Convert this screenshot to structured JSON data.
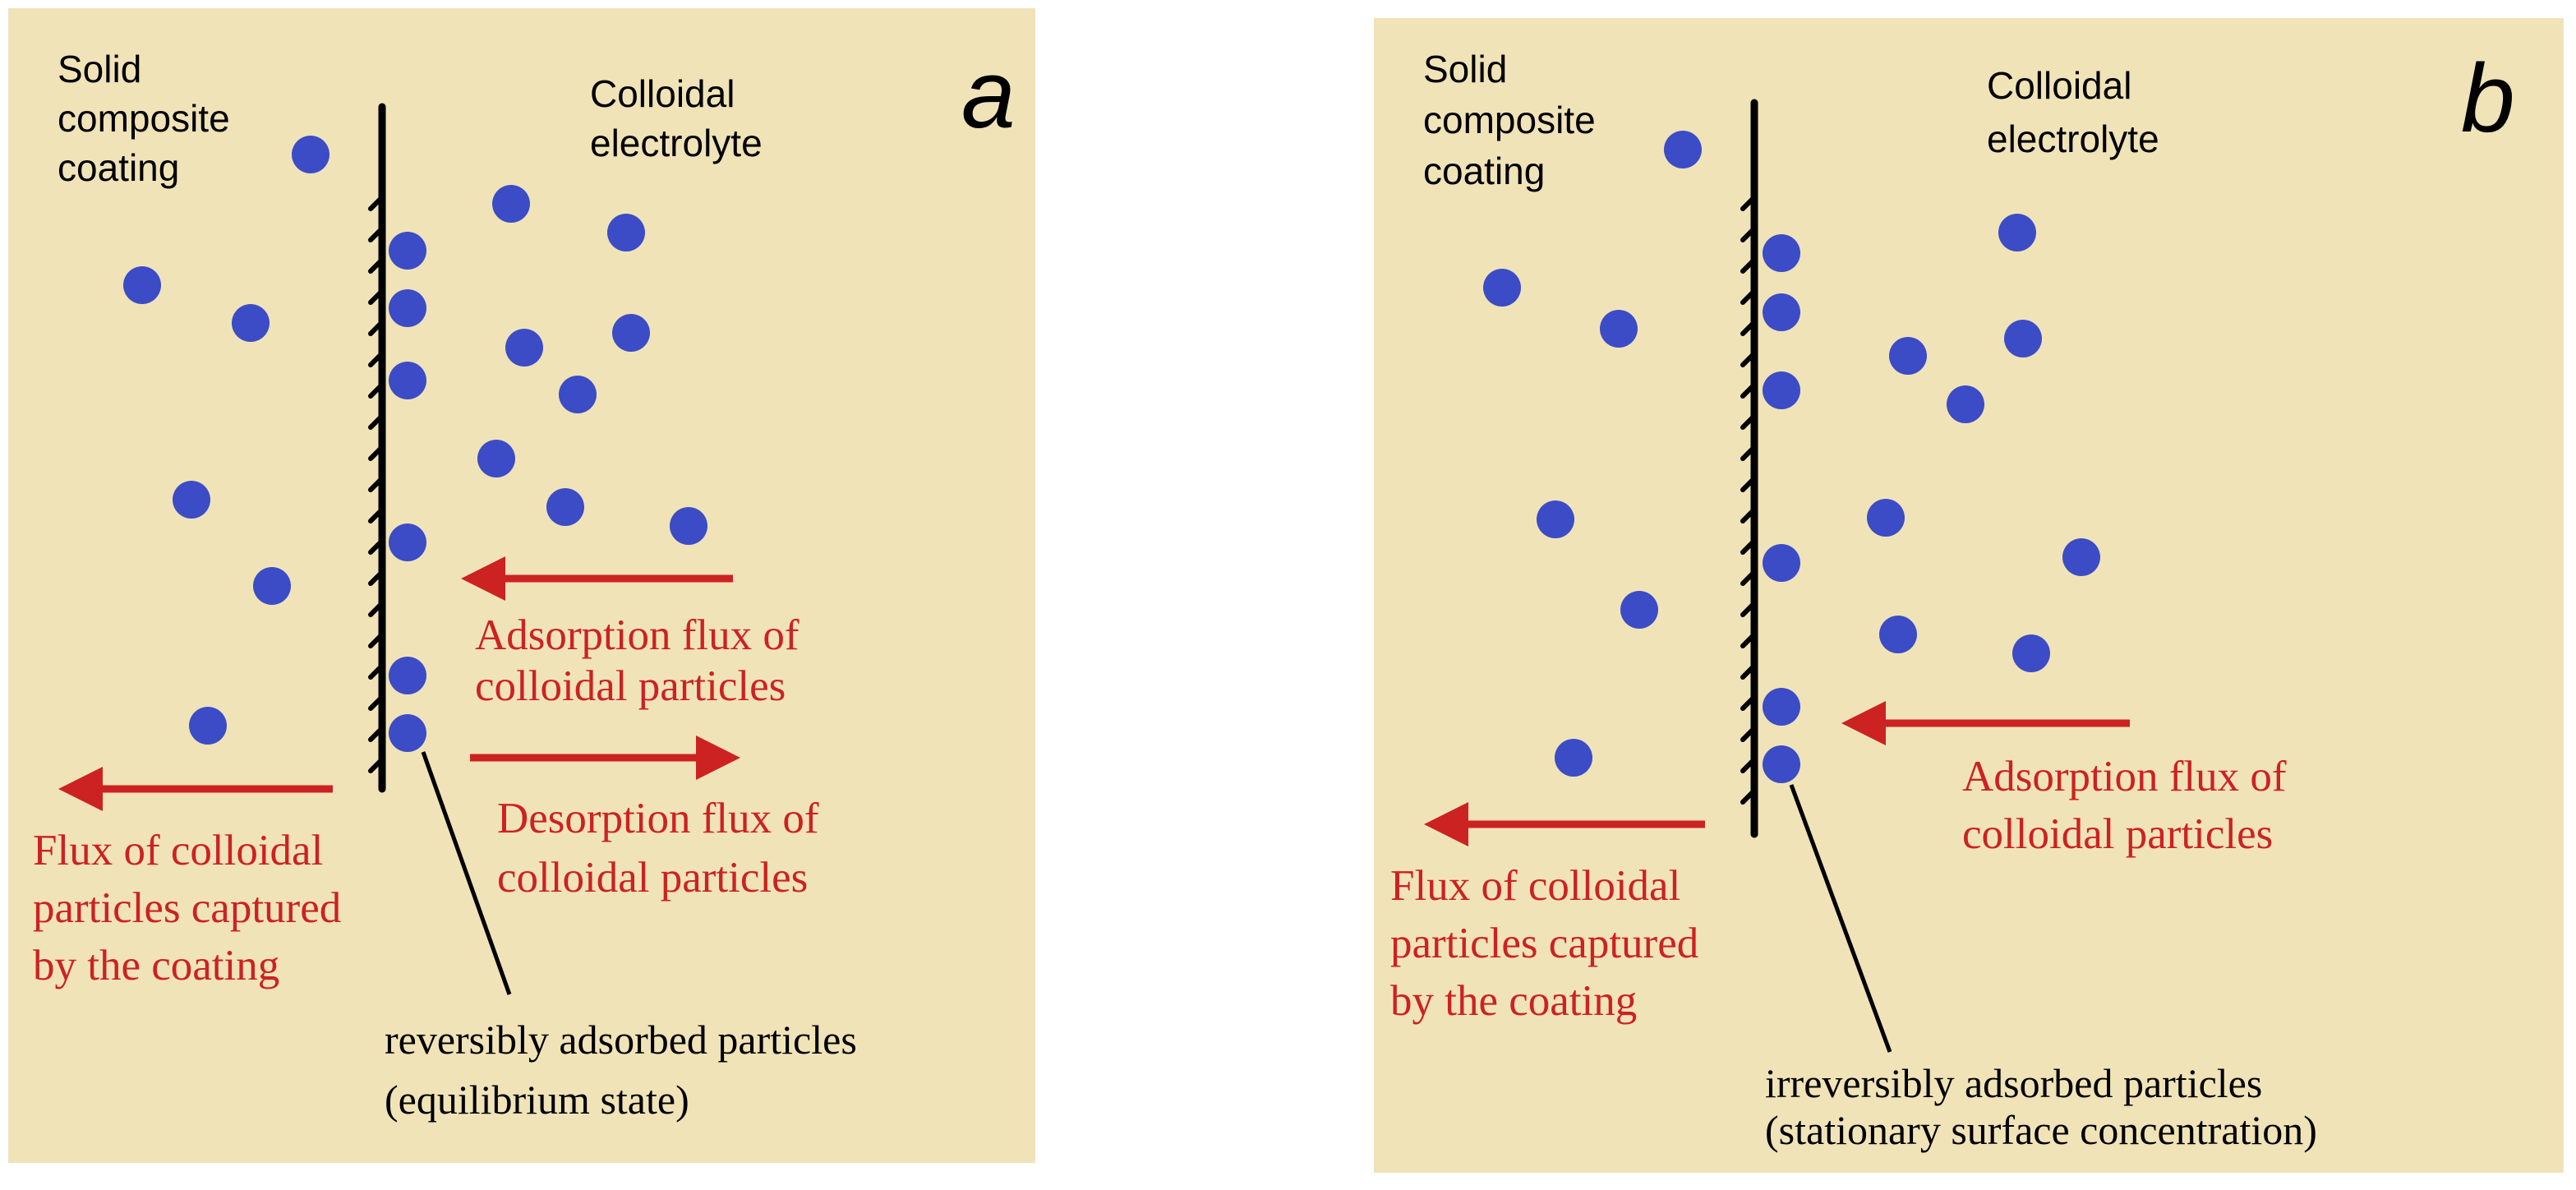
{
  "colors": {
    "background": "#f0e3b8",
    "particle": "#3b4cc6",
    "arrow": "#cc2222",
    "text_red": "#cc2222",
    "wall": "#000000"
  },
  "panels": [
    {
      "letter": "a",
      "coating_label": [
        "Solid",
        "composite",
        "coating"
      ],
      "electrolyte_label": [
        "Colloidal",
        "electrolyte"
      ],
      "adsorption_label": [
        "Adsorption flux of",
        "colloidal particles"
      ],
      "desorption_label": [
        "Desorption flux of",
        "colloidal particles"
      ],
      "captured_label": [
        "Flux of colloidal",
        "particles captured",
        "by the coating"
      ],
      "adsorbed_label": [
        "reversibly adsorbed particles",
        "(equilibrium state)"
      ]
    },
    {
      "letter": "b",
      "coating_label": [
        "Solid",
        "composite",
        "coating"
      ],
      "electrolyte_label": [
        "Colloidal",
        "electrolyte"
      ],
      "adsorption_label": [
        "Adsorption flux of",
        "colloidal particles"
      ],
      "captured_label": [
        "Flux of colloidal",
        "particles captured",
        "by the coating"
      ],
      "adsorbed_label": [
        "irreversibly adsorbed particles",
        "(stationary surface concentration)"
      ]
    }
  ]
}
